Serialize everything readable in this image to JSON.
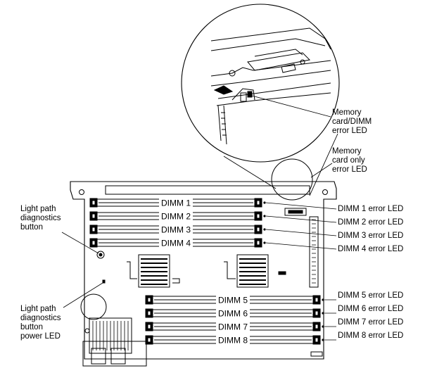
{
  "callouts": {
    "memory_card_dimm_error_led": [
      "Memory",
      "card/DIMM",
      "error LED"
    ],
    "memory_card_only_error_led": [
      "Memory",
      "card only",
      "error LED"
    ],
    "light_path_diagnostics_button": [
      "Light path",
      "diagnostics",
      "button"
    ],
    "light_path_diagnostics_button_power_led": [
      "Light path",
      "diagnostics",
      "button",
      "power LED"
    ]
  },
  "dimm_slots": [
    {
      "label": "DIMM 1",
      "error_led_label": "DIMM 1 error LED"
    },
    {
      "label": "DIMM 2",
      "error_led_label": "DIMM 2 error LED"
    },
    {
      "label": "DIMM 3",
      "error_led_label": "DIMM 3 error LED"
    },
    {
      "label": "DIMM 4",
      "error_led_label": "DIMM 4 error LED"
    },
    {
      "label": "DIMM 5",
      "error_led_label": "DIMM 5 error LED"
    },
    {
      "label": "DIMM 6",
      "error_led_label": "DIMM 6 error LED"
    },
    {
      "label": "DIMM 7",
      "error_led_label": "DIMM 7 error LED"
    },
    {
      "label": "DIMM 8",
      "error_led_label": "DIMM 8 error LED"
    }
  ]
}
